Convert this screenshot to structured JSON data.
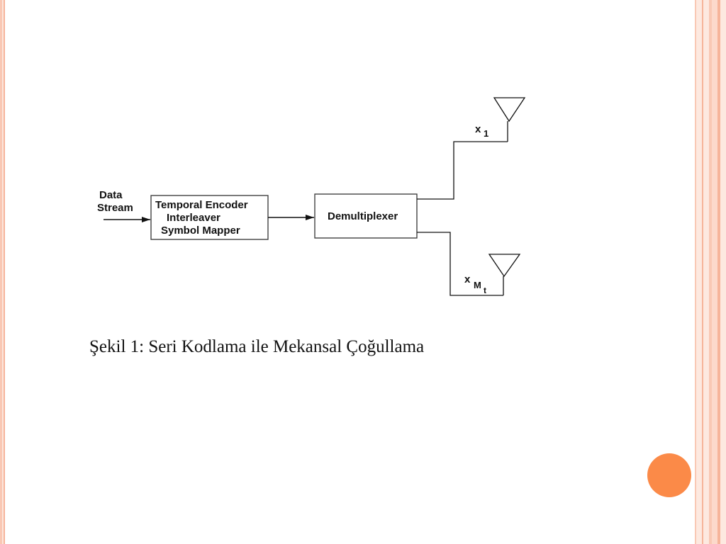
{
  "diagram": {
    "input_label_line1": "Data",
    "input_label_line2": "Stream",
    "encoder_line1": "Temporal Encoder",
    "encoder_line2": "Interleaver",
    "encoder_line3": "Symbol Mapper",
    "demux_label": "Demultiplexer",
    "output1_label": "x",
    "output1_sub": "1",
    "output2_label": "x",
    "output2_sub": "M",
    "output2_subsub": "t"
  },
  "caption": "Şekil 1: Seri Kodlama ile Mekansal Çoğullama"
}
